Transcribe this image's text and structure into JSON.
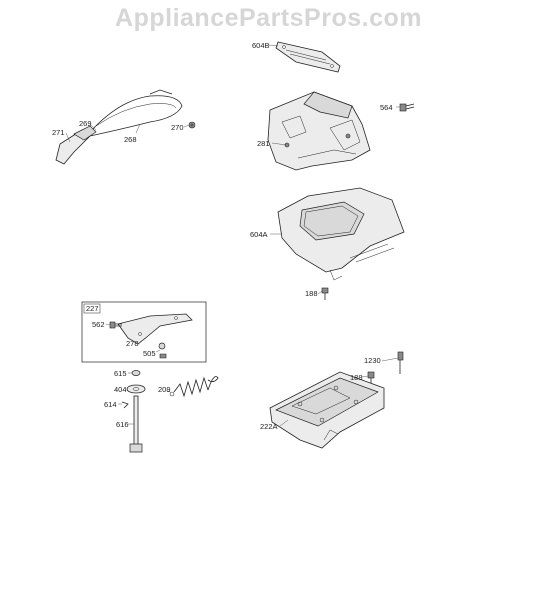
{
  "watermark": "AppliancePartsPros.com",
  "labels": {
    "p604B": "604B",
    "p564": "564",
    "p281": "281",
    "p604A": "604A",
    "p188a": "188",
    "p269": "269",
    "p271": "271",
    "p268": "268",
    "p270": "270",
    "p227": "227",
    "p562": "562",
    "p278": "278",
    "p505": "505",
    "p615": "615",
    "p404": "404",
    "p614": "614",
    "p616": "616",
    "p209": "209",
    "p1230": "1230",
    "p188b": "188",
    "p222A": "222A"
  }
}
